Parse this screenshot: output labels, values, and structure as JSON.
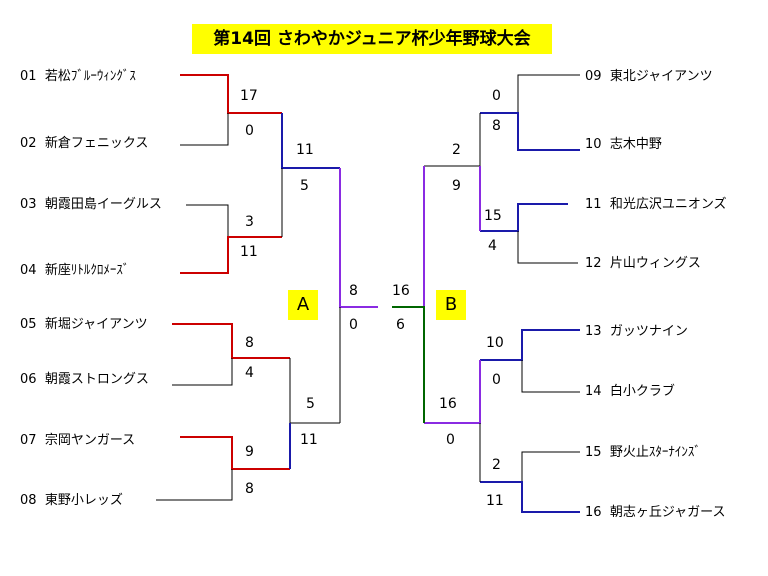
{
  "title": "第14回 さわやかジュニア杯少年野球大会",
  "pools": {
    "a": "A",
    "b": "B"
  },
  "colors": {
    "red": "#cc0000",
    "blue": "#1a1aaa",
    "purple": "#8a2be2",
    "green": "#006600",
    "black": "#000000",
    "title_bg": "#ffff00"
  },
  "teams": [
    {
      "no": "01",
      "name": "若松ﾌﾞﾙｰｳｨﾝｸﾞｽ"
    },
    {
      "no": "02",
      "name": "新倉フェニックス"
    },
    {
      "no": "03",
      "name": "朝霞田島イーグルス"
    },
    {
      "no": "04",
      "name": "新座ﾘﾄﾙｸﾛﾒｰｽﾞ"
    },
    {
      "no": "05",
      "name": "新堀ジャイアンツ"
    },
    {
      "no": "06",
      "name": "朝霞ストロングス"
    },
    {
      "no": "07",
      "name": "宗岡ヤンガース"
    },
    {
      "no": "08",
      "name": "東野小レッズ"
    },
    {
      "no": "09",
      "name": "東北ジャイアンツ"
    },
    {
      "no": "10",
      "name": "志木中野"
    },
    {
      "no": "11",
      "name": "和光広沢ユニオンズ"
    },
    {
      "no": "12",
      "name": "片山ウィングス"
    },
    {
      "no": "13",
      "name": "ガッツナイン"
    },
    {
      "no": "14",
      "name": "白小クラブ"
    },
    {
      "no": "15",
      "name": "野火止ｽﾀｰﾅｲﾝｽﾞ"
    },
    {
      "no": "16",
      "name": "朝志ヶ丘ジャガース"
    }
  ],
  "scores": {
    "r1": [
      "17",
      "0",
      "3",
      "11",
      "8",
      "4",
      "9",
      "8",
      "0",
      "8",
      "15",
      "4",
      "10",
      "0",
      "2",
      "11"
    ],
    "r2": [
      "11",
      "5",
      "5",
      "11",
      "2",
      "9",
      "16",
      "0"
    ],
    "sf": [
      "8",
      "0",
      "16",
      "6"
    ]
  }
}
